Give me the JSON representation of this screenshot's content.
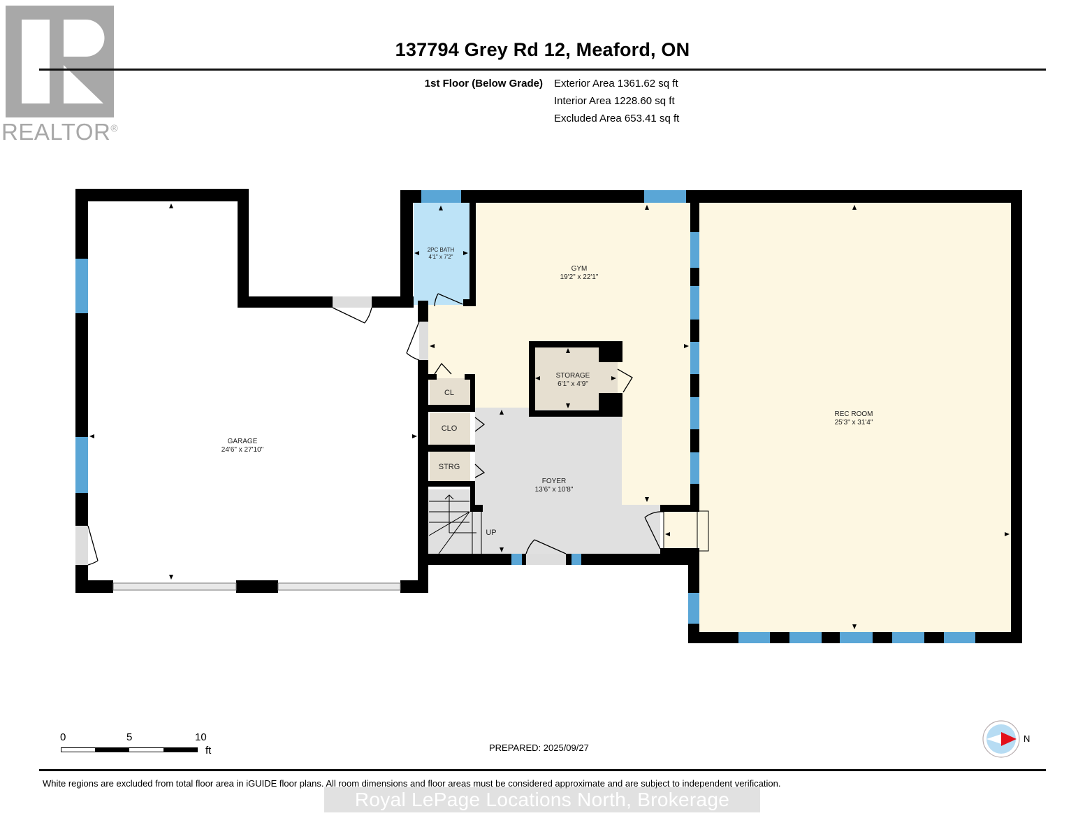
{
  "logo": {
    "text": "REALTOR",
    "reg_mark": "®"
  },
  "header": {
    "title": "137794 Grey Rd 12, Meaford, ON",
    "floor_label": "1st Floor (Below Grade)",
    "exterior_area": "Exterior Area 1361.62 sq ft",
    "interior_area": "Interior Area 1228.60 sq ft",
    "excluded_area": "Excluded Area 653.41 sq ft"
  },
  "rooms": {
    "garage": {
      "name": "GARAGE",
      "dim": "24'6\" x 27'10\""
    },
    "bath": {
      "name": "2PC BATH",
      "dim": "4'1\" x 7'2\""
    },
    "gym": {
      "name": "GYM",
      "dim": "19'2\" x 22'1\""
    },
    "storage": {
      "name": "STORAGE",
      "dim": "6'1\" x 4'9\""
    },
    "cl": {
      "name": "CL"
    },
    "clo": {
      "name": "CLO"
    },
    "strg": {
      "name": "STRG"
    },
    "foyer": {
      "name": "FOYER",
      "dim": "13'6\" x 10'8\""
    },
    "stairs": {
      "label": "UP"
    },
    "rec_room": {
      "name": "REC ROOM",
      "dim": "25'3\" x 31'4\""
    }
  },
  "colors": {
    "wall": "#000000",
    "window": "#5aa6d6",
    "bath_fill": "#bde3f7",
    "gym_fill": "#fdf7e2",
    "closet_fill": "#e6dfd0",
    "foyer_fill": "#e0e0e0",
    "compass_red": "#e3101a"
  },
  "scale_bar": {
    "ticks": [
      "0",
      "5",
      "10"
    ],
    "unit": "ft"
  },
  "prepared": "PREPARED: 2025/09/27",
  "compass": {
    "label": "N"
  },
  "footer": {
    "disclaimer": "White regions are excluded from total floor area in iGUIDE floor plans. All room dimensions and floor areas must be considered approximate and are subject to independent verification.",
    "watermark": "Royal LePage Locations North, Brokerage"
  }
}
